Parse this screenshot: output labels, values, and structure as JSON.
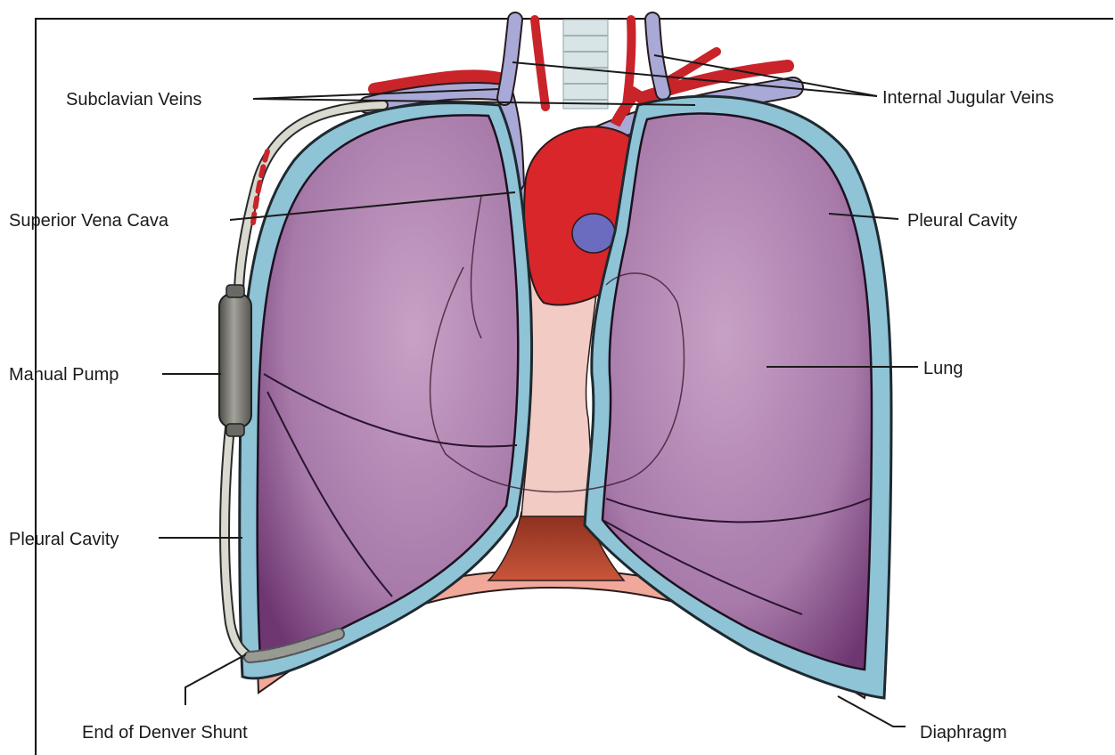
{
  "labels": {
    "subclavian_veins": "Subclavian Veins",
    "internal_jugular_veins": "Internal Jugular Veins",
    "superior_vena_cava": "Superior Vena Cava",
    "pleural_cavity_right": "Pleural Cavity",
    "manual_pump": "Manual Pump",
    "lung": "Lung",
    "pleural_cavity_left": "Pleural Cavity",
    "end_of_denver_shunt": "End of Denver Shunt",
    "diaphragm": "Diaphragm"
  },
  "colors": {
    "pleura": "#8fc3d6",
    "lung": "#b58ab8",
    "lung_dark": "#6a2f6e",
    "artery": "#d8262a",
    "vein": "#a9a9d8",
    "mediastinum": "#f1c9c2",
    "muscle": "#b8442c",
    "shunt": "#d9d9d0",
    "pump": "#7a7a72"
  }
}
